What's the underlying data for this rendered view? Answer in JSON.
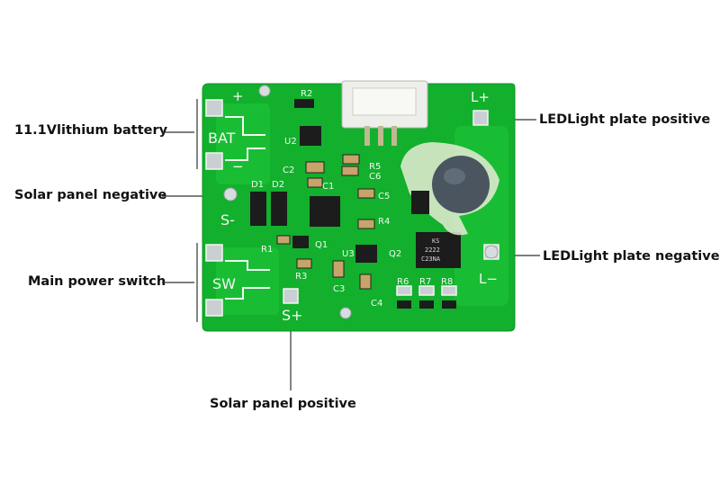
{
  "labels": {
    "battery": "11.1Vlithium battery",
    "solar_negative": "Solar panel negative",
    "main_switch": "Main power switch",
    "solar_positive": "Solar panel positive",
    "led_positive": "LEDLight plate positive",
    "led_negative": "LEDLight plate negative"
  },
  "silkscreen": {
    "bat_plus": "+",
    "bat": "BAT",
    "bat_minus": "−",
    "s_minus": "S-",
    "sw": "SW",
    "s_plus": "S+",
    "l_plus": "L+",
    "l_minus": "L−",
    "r1": "R1",
    "r2": "R2",
    "r3": "R3",
    "r4": "R4",
    "r5": "R5",
    "r6": "R6",
    "r7": "R7",
    "r8": "R8",
    "c1": "C1",
    "c2": "C2",
    "c3": "C3",
    "c4": "C4",
    "c5": "C5",
    "c6": "C6",
    "d1": "D1",
    "d2": "D2",
    "q1": "Q1",
    "q2": "Q2",
    "u2": "U2",
    "u3": "U3"
  },
  "chip_marking": {
    "line1": "KS",
    "line2": "2222",
    "line3": "C23NA"
  },
  "colors": {
    "pcb": "#12b02c",
    "silkscreen": "#f2f7f0",
    "pad": "#c9cfd3",
    "leader": "#333333"
  }
}
